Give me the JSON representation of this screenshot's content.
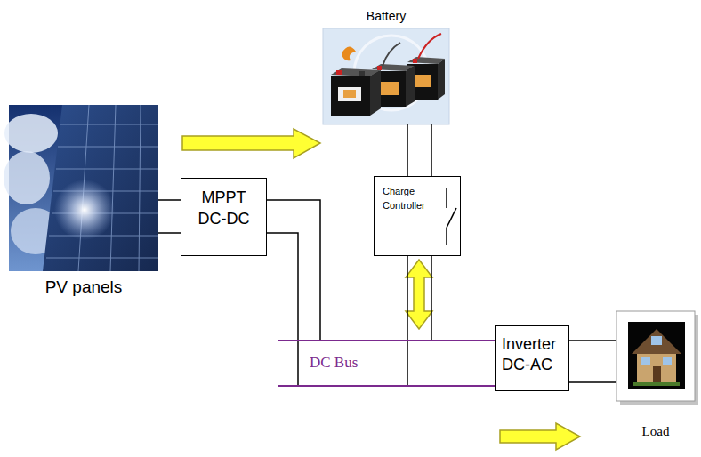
{
  "diagram": {
    "nodes": [
      {
        "text": [
          "Battery"
        ]
      },
      {
        "text": [
          "PV panels"
        ]
      },
      {
        "text": [
          "MPPT DC-DC"
        ]
      },
      {
        "text": [
          "Charge Controller"
        ]
      },
      {
        "text": [
          "DC Bus"
        ]
      },
      {
        "text": [
          "Inverter DC-AC"
        ]
      },
      {
        "text": [
          "Load"
        ]
      }
    ],
    "edges": [
      {
        "from": 1,
        "to": 2,
        "arrow": "none"
      },
      {
        "from": 2,
        "to": 4,
        "arrow": "none"
      },
      {
        "from": 0,
        "to": 3,
        "arrow": "none"
      },
      {
        "from": 3,
        "to": 4,
        "arrow": "none"
      },
      {
        "from": 4,
        "to": 5,
        "arrow": "none"
      },
      {
        "from": 5,
        "to": 6,
        "arrow": "none"
      }
    ]
  }
}
